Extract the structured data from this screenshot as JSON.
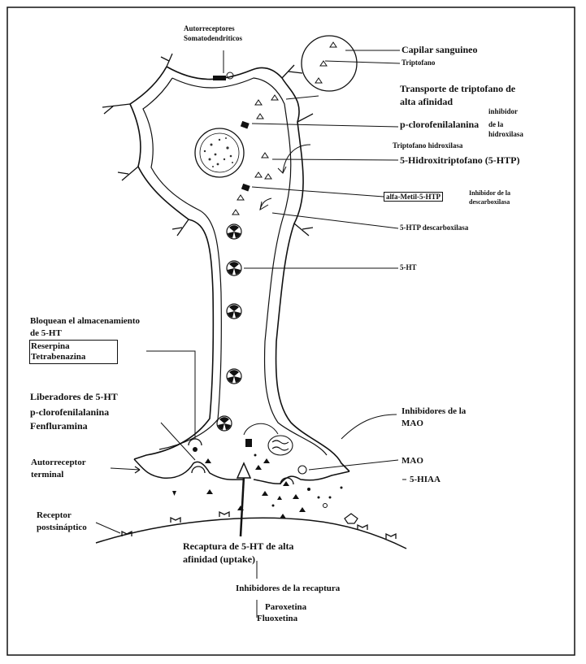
{
  "labels": {
    "autorreceptores_l1": "Autorreceptores",
    "autorreceptores_l2": "Somatodendriticos",
    "capilar": "Capilar sanguineo",
    "triptofano": "Triptofano",
    "transporte_l1": "Transporte de triptofano de",
    "transporte_l2": "alta afinidad",
    "inhibidor_hidrox_l1": "inhibidor",
    "inhibidor_hidrox_l2": "de la",
    "inhibidor_hidrox_l3": "hidroxilasa",
    "pclorofenil": "p-clorofenilalanina",
    "triptofano_hidroxilasa": "Triptofano hidroxilasa",
    "htp": "5-Hidroxitriptofano (5-HTP)",
    "alfa_metil": "alfa-Metil-5-HTP",
    "inhib_decarb_l1": "Inhibidor de la",
    "inhib_decarb_l2": "descarboxilasa",
    "htp_decarb": "5-HTP descarboxilasa",
    "ht5": "5-HT",
    "bloquean_l1": "Bloquean el almacenamiento",
    "bloquean_l2": "de 5-HT",
    "reserpina": "Reserpina",
    "tetrabenazina": "Tetrabenazina",
    "liberadores": "Liberadores de 5-HT",
    "lib_pclorofenil": "p-clorofenilalanina",
    "fenfluramina": "Fenfluramina",
    "inhib_mao_l1": "Inhibidores de la",
    "inhib_mao_l2": "MAO",
    "mao": "MAO",
    "hiaa": "5-HIAA",
    "autorreceptor_terminal_l1": "Autorreceptor",
    "autorreceptor_terminal_l2": "terminal",
    "receptor_post_l1": "Receptor",
    "receptor_post_l2": "postsináptico",
    "recaptura_l1": "Recaptura de 5-HT de alta",
    "recaptura_l2": "afinidad (uptake)",
    "inhib_recaptura": "Inhibidores de la recaptura",
    "paroxetina": "Paroxetina",
    "fluoxetina": "Fluoxetina"
  }
}
